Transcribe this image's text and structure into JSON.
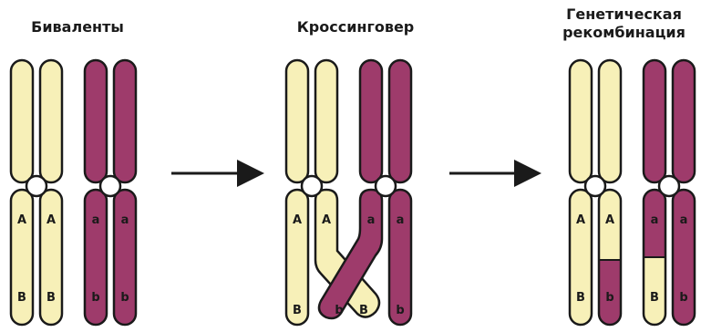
{
  "titles": {
    "bivalents": "Биваленты",
    "crossover": "Кроссинговер",
    "recombination_line1": "Генетическая",
    "recombination_line2": "рекомбинация"
  },
  "colors": {
    "light_chromatid": "#f7f0b8",
    "dark_chromatid": "#9e3b6b",
    "outline": "#1a1a1a",
    "arrow": "#1a1a1a"
  },
  "alleles": {
    "upper_dominant": "A",
    "upper_recessive": "a",
    "lower_dominant": "B",
    "lower_recessive": "b"
  }
}
